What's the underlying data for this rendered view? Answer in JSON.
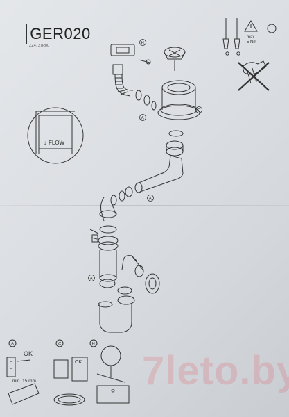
{
  "document": {
    "model": "GER020",
    "code": "ZZ4737R00",
    "flow_label": "FLOW",
    "flow_arrow": "↓",
    "torque_max": "max",
    "torque_value": "5 Nm",
    "callout_h": "H",
    "callout_c": "C",
    "callout_a": "A",
    "detail_a_ok": "OK",
    "detail_a_min": "min. 15 mm.",
    "detail_c_ok": "OK",
    "watermark": "7leto.by"
  },
  "colors": {
    "paper": "#dfe2e5",
    "ink": "#333333",
    "watermark": "#e2505a"
  },
  "icons": [
    "screwdriver-icon",
    "warning-icon",
    "hand-tighten-icon",
    "crossed-wrench-icon"
  ]
}
